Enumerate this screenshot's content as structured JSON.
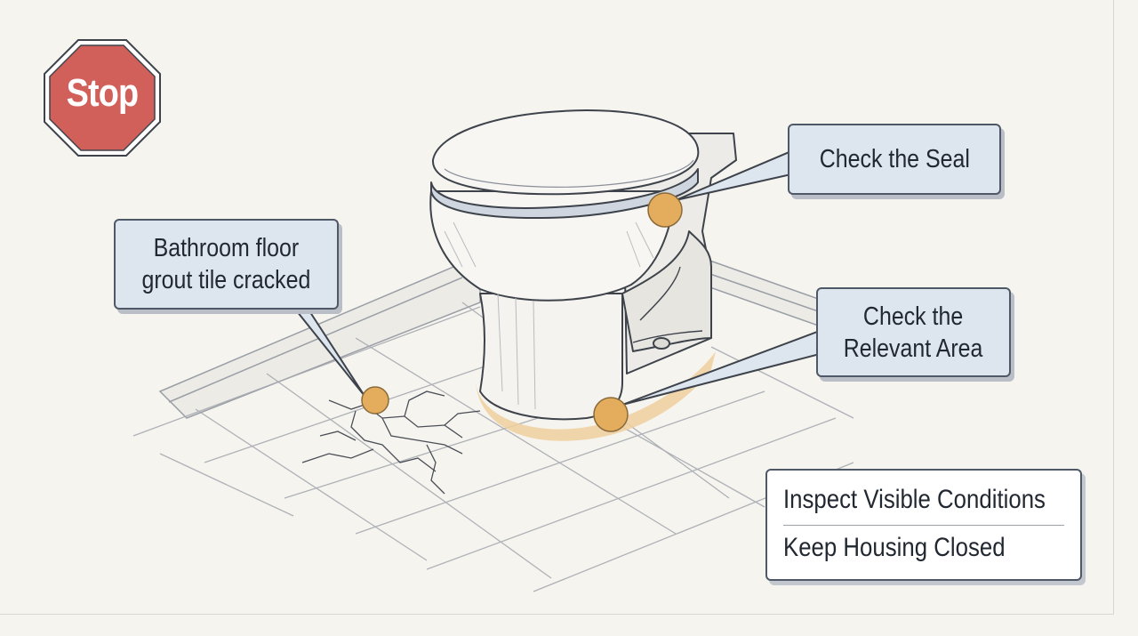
{
  "stop_sign": {
    "label": "Stop",
    "color": "#d2605a"
  },
  "callouts": {
    "crack": "Bathroom floor grout tile cracked",
    "crack_line1": "Bathroom floor",
    "crack_line2": "grout tile cracked",
    "seal": "Check the Seal",
    "area_line1": "Check the",
    "area_line2": "Relevant Area"
  },
  "info_box": {
    "line1": "Inspect Visible Conditions",
    "line2": "Keep Housing Closed"
  },
  "colors": {
    "callout_fill": "#dde6ef",
    "marker": "#e4ad5d",
    "background": "#f5f4ef",
    "outline": "#4f5866"
  }
}
